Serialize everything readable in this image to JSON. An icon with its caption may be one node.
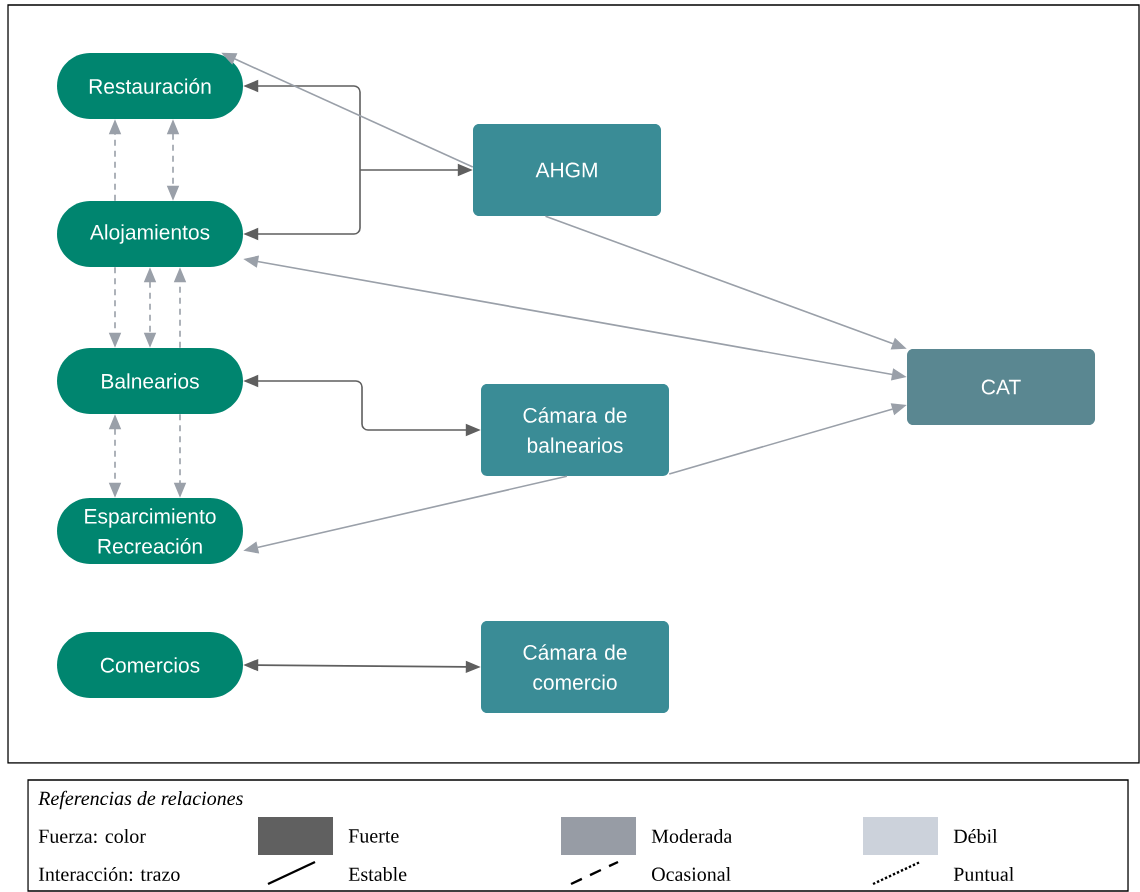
{
  "diagram": {
    "nodes": [
      {
        "text": [
          "Restauración"
        ]
      },
      {
        "text": [
          "Alojamientos"
        ]
      },
      {
        "text": [
          "Balnearios"
        ]
      },
      {
        "text": [
          "Esparcimiento Recreación"
        ]
      },
      {
        "text": [
          "Comercios"
        ]
      },
      {
        "text": [
          "AHGM"
        ]
      },
      {
        "text": [
          "CAT"
        ]
      },
      {
        "text": [
          "Cámara de balnearios"
        ]
      },
      {
        "text": [
          "Cámara de comercio"
        ]
      }
    ],
    "edges": [
      {
        "from": 0,
        "to": 5,
        "arrow": "both",
        "color": "#5f5f5f"
      },
      {
        "from": 1,
        "to": 5,
        "arrow": "both",
        "color": "#5f5f5f"
      },
      {
        "from": 5,
        "to": 0,
        "arrow": "to"
      },
      {
        "from": 5,
        "to": 6,
        "arrow": "to"
      },
      {
        "from": 1,
        "to": 6,
        "arrow": "both"
      },
      {
        "from": 2,
        "to": 7,
        "arrow": "both",
        "color": "#5f5f5f"
      },
      {
        "from": 7,
        "to": 6,
        "arrow": "to"
      },
      {
        "from": 7,
        "to": 3,
        "arrow": "to"
      },
      {
        "from": 4,
        "to": 8,
        "arrow": "both",
        "color": "#5f5f5f"
      },
      {
        "from": 1,
        "to": 0,
        "arrow": "to",
        "style": "dashed"
      },
      {
        "from": 0,
        "to": 1,
        "arrow": "both",
        "style": "dashed"
      },
      {
        "from": 1,
        "to": 2,
        "arrow": "to",
        "style": "dashed"
      },
      {
        "from": 1,
        "to": 2,
        "arrow": "both",
        "style": "dashed"
      },
      {
        "from": 2,
        "to": 1,
        "arrow": "to",
        "style": "dashed"
      },
      {
        "from": 2,
        "to": 3,
        "arrow": "both",
        "style": "dashed"
      },
      {
        "from": 2,
        "to": 3,
        "arrow": "to",
        "style": "dashed"
      }
    ],
    "labels": [
      "Referencias de relaciones",
      "Fuerza: color",
      "Interacción: trazo"
    ],
    "legend": [
      {
        "text": "Fuerte",
        "color": "#606060"
      },
      {
        "text": "Moderada",
        "color": "#979ca5"
      },
      {
        "text": "Débil",
        "color": "#ccd2db"
      },
      {
        "text": "Estable"
      },
      {
        "text": "Ocasional"
      },
      {
        "text": "Puntual"
      }
    ]
  }
}
